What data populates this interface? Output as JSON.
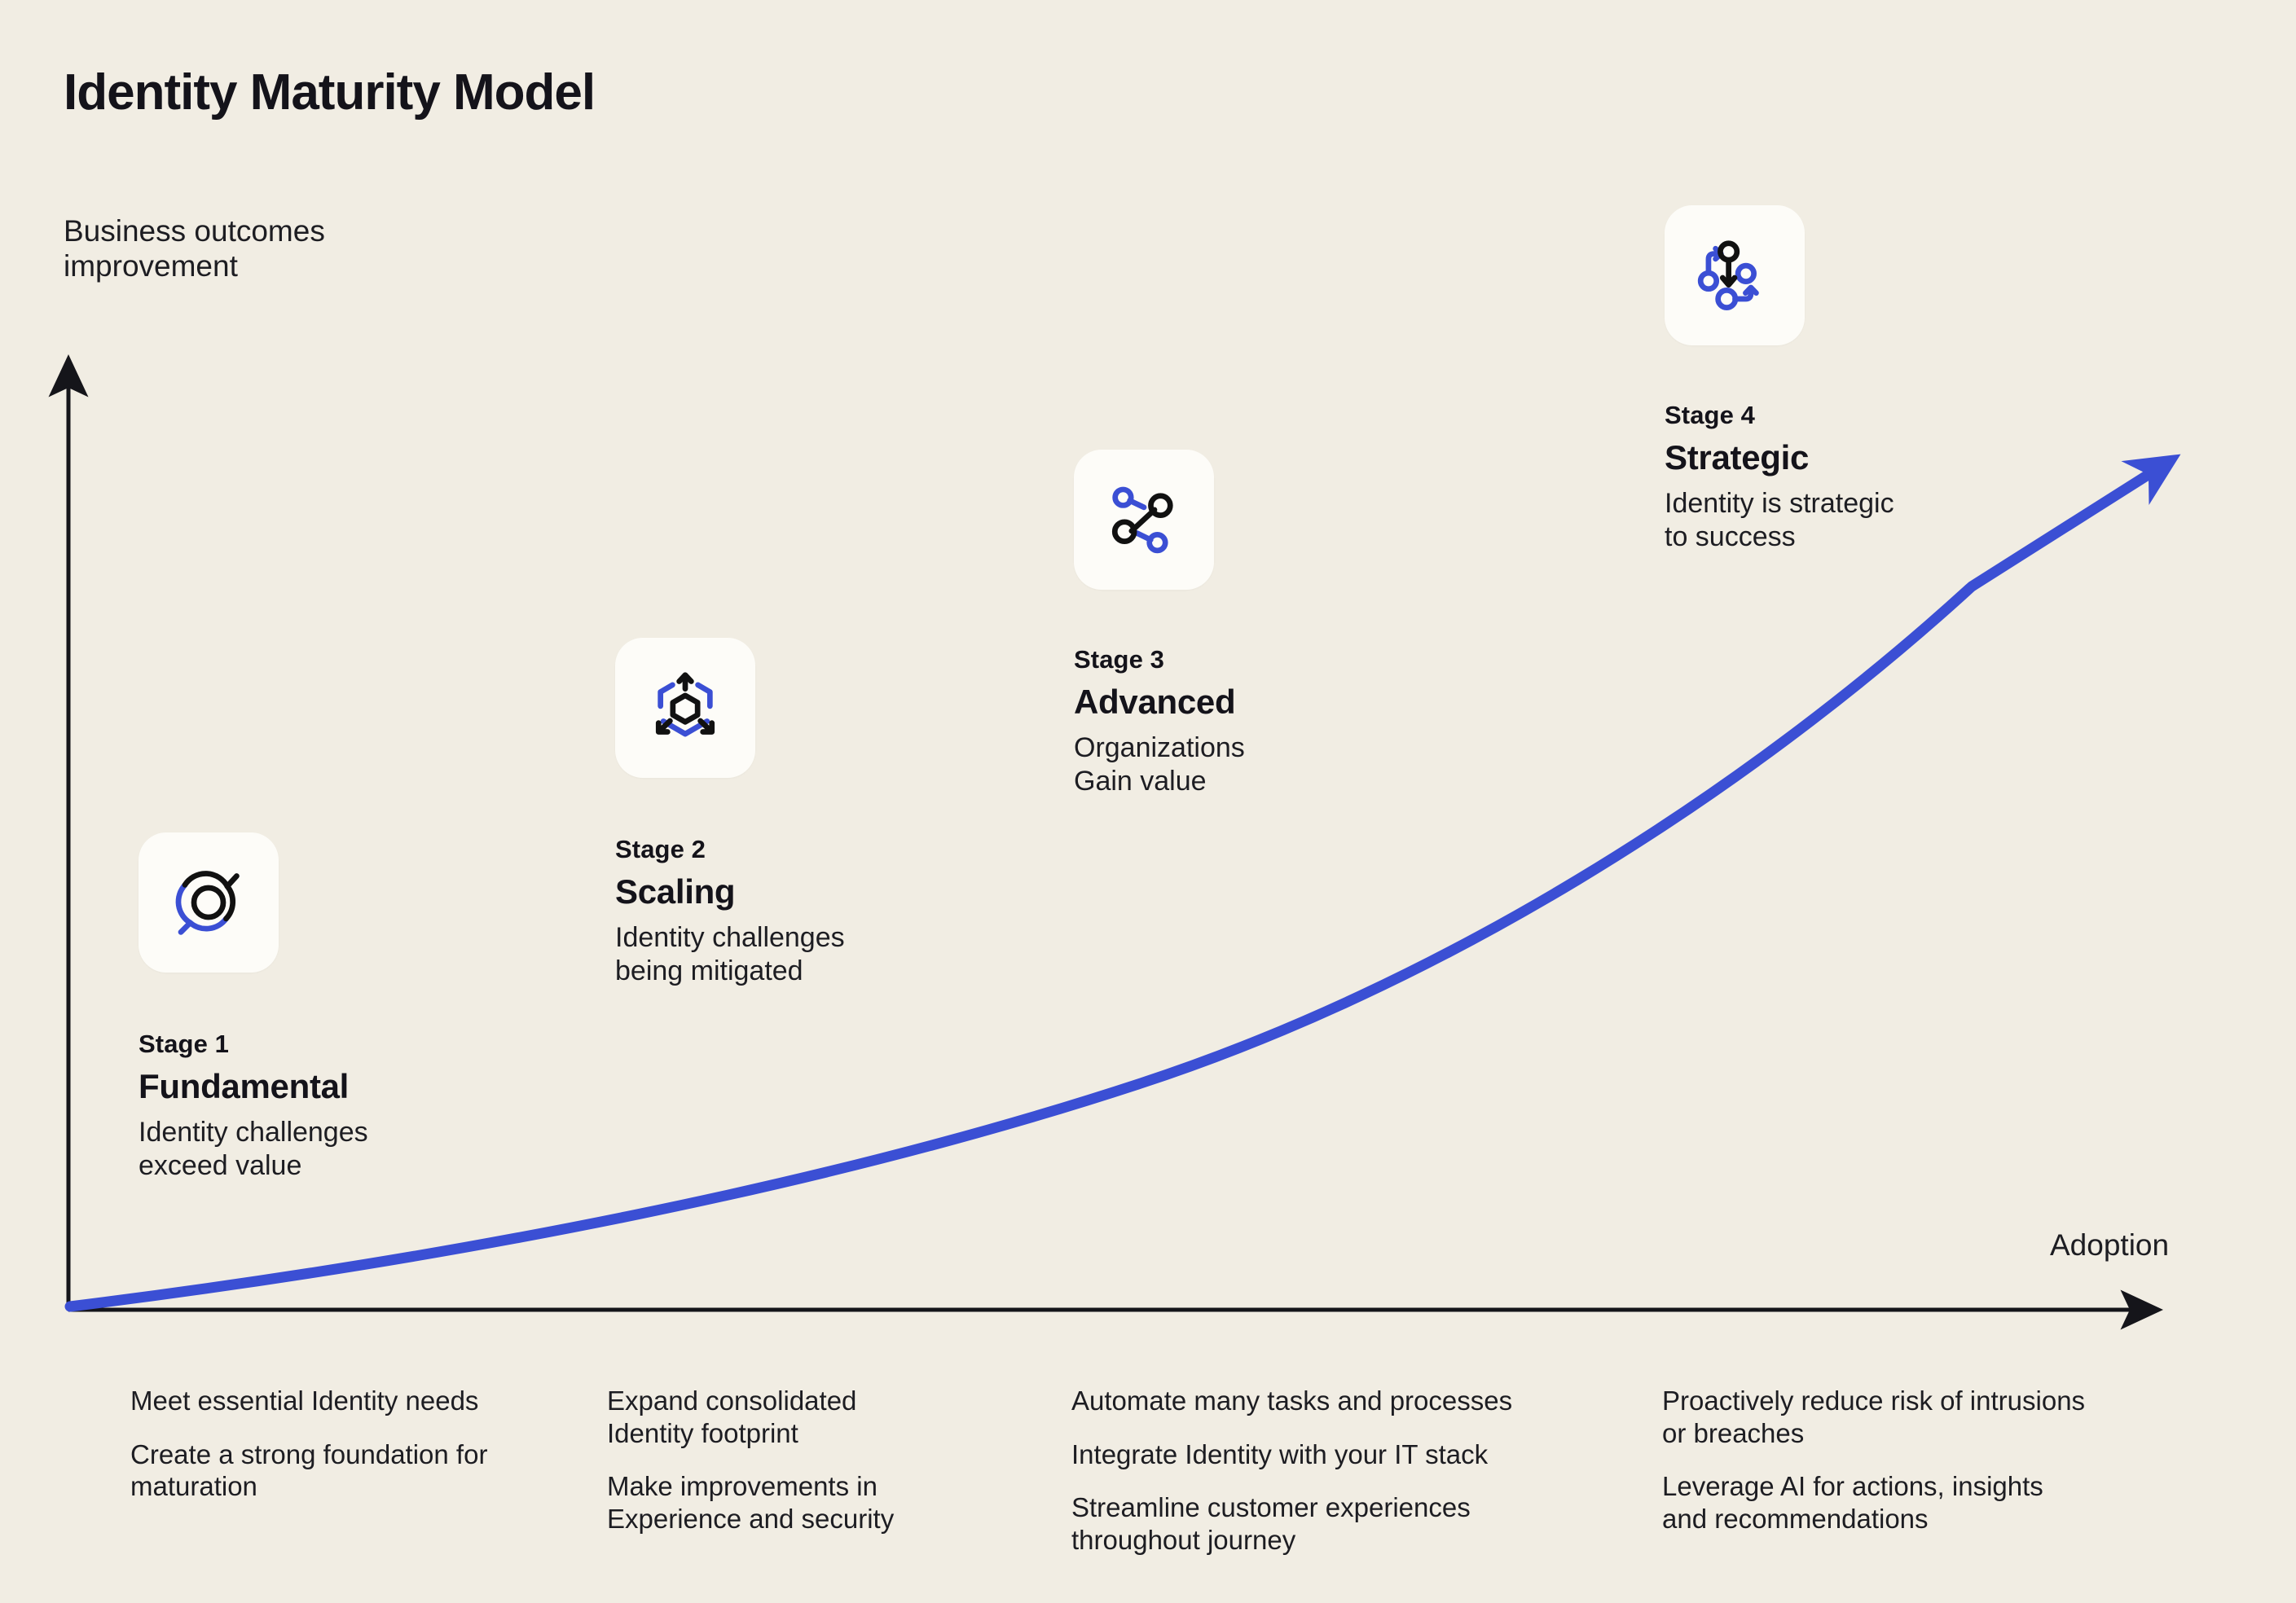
{
  "page": {
    "title": "Identity Maturity Model",
    "background_color": "#F1EDE3",
    "accent_color": "#3B4FD4",
    "ink_color": "#14131A"
  },
  "axes": {
    "y_label": "Business outcomes\nimprovement",
    "x_label": "Adoption"
  },
  "stages": [
    {
      "number": "Stage 1",
      "name": "Fundamental",
      "description": "Identity challenges\nexceed value",
      "icon": "target-search-icon"
    },
    {
      "number": "Stage 2",
      "name": "Scaling",
      "description": "Identity challenges\nbeing mitigated",
      "icon": "hexagon-expand-icon"
    },
    {
      "number": "Stage 3",
      "name": "Advanced",
      "description": "Organizations\nGain value",
      "icon": "share-network-icon"
    },
    {
      "number": "Stage 4",
      "name": "Strategic",
      "description": "Identity is strategic\nto success",
      "icon": "workflow-branch-icon"
    }
  ],
  "bullet_columns": [
    {
      "items": [
        "Meet essential Identity needs",
        "Create a strong foundation for\nmaturation"
      ]
    },
    {
      "items": [
        "Expand consolidated\nIdentity footprint",
        "Make improvements in\nExperience and security"
      ]
    },
    {
      "items": [
        "Automate many tasks and processes",
        "Integrate Identity with your IT stack",
        "Streamline customer experiences\nthroughout journey"
      ]
    },
    {
      "items": [
        "Proactively reduce risk of intrusions\nor breaches",
        "Leverage AI for actions, insights\nand recommendations"
      ]
    }
  ],
  "chart_data": {
    "type": "line",
    "title": "Identity Maturity Model",
    "xlabel": "Adoption",
    "ylabel": "Business outcomes improvement",
    "grid": false,
    "legend": null,
    "axis_arrowheads": true,
    "series": [
      {
        "name": "Maturity growth curve",
        "color": "#3B4FD4",
        "x": [
          0,
          10,
          20,
          30,
          40,
          50,
          60,
          70,
          80,
          90,
          100
        ],
        "y": [
          0,
          5,
          11,
          18,
          26,
          36,
          47,
          59,
          72,
          86,
          100
        ],
        "description": "Convex upward growth curve from origin to upper-right arrow"
      }
    ],
    "xlim": [
      0,
      100
    ],
    "ylim": [
      0,
      100
    ],
    "annotations": [
      {
        "label": "Stage 1 Fundamental",
        "x": 6,
        "y": 32
      },
      {
        "label": "Stage 2 Scaling",
        "x": 28,
        "y": 52
      },
      {
        "label": "Stage 3 Advanced",
        "x": 50,
        "y": 72
      },
      {
        "label": "Stage 4 Strategic",
        "x": 76,
        "y": 94
      }
    ]
  }
}
